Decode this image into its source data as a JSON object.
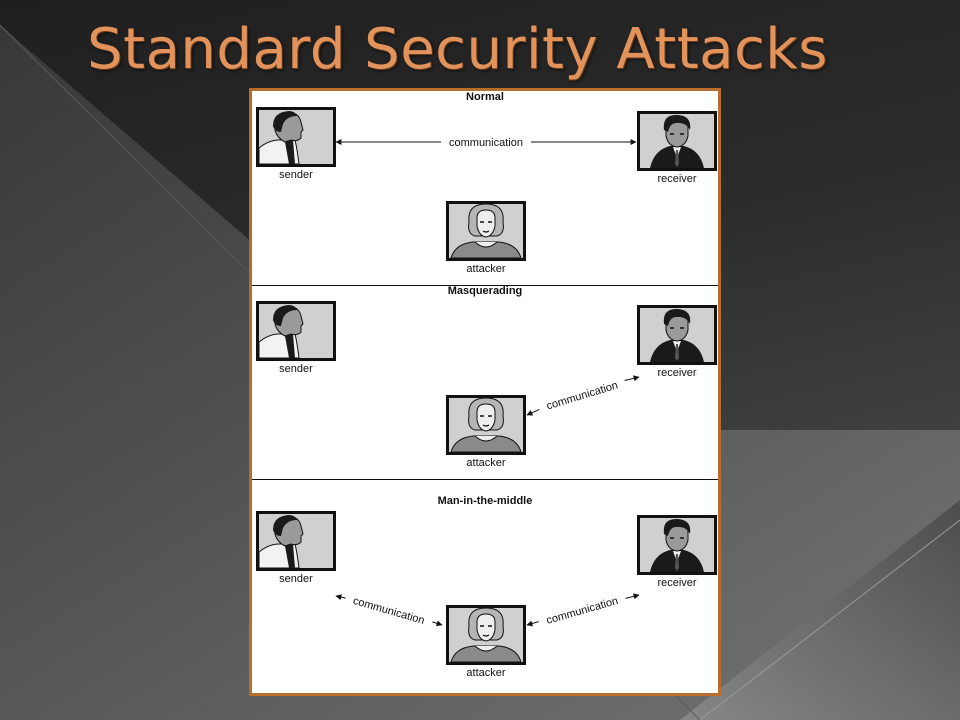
{
  "slide": {
    "title": "Standard Security Attacks"
  },
  "scenes": [
    {
      "title": "Normal",
      "sender": "sender",
      "receiver": "receiver",
      "attacker": "attacker",
      "links": [
        "communication"
      ]
    },
    {
      "title": "Masquerading",
      "sender": "sender",
      "receiver": "receiver",
      "attacker": "attacker",
      "links": [
        "communication"
      ]
    },
    {
      "title": "Man-in-the-middle",
      "sender": "sender",
      "receiver": "receiver",
      "attacker": "attacker",
      "links": [
        "communication",
        "communication"
      ]
    }
  ],
  "icons": {
    "sender": "man-profile-icon",
    "receiver": "man-front-icon",
    "attacker": "woman-front-icon"
  },
  "colors": {
    "title": "#e2935c",
    "panel_border": "#b86d2d",
    "background_dark": "#1f1f1f",
    "background_light": "#6b6b6b"
  }
}
